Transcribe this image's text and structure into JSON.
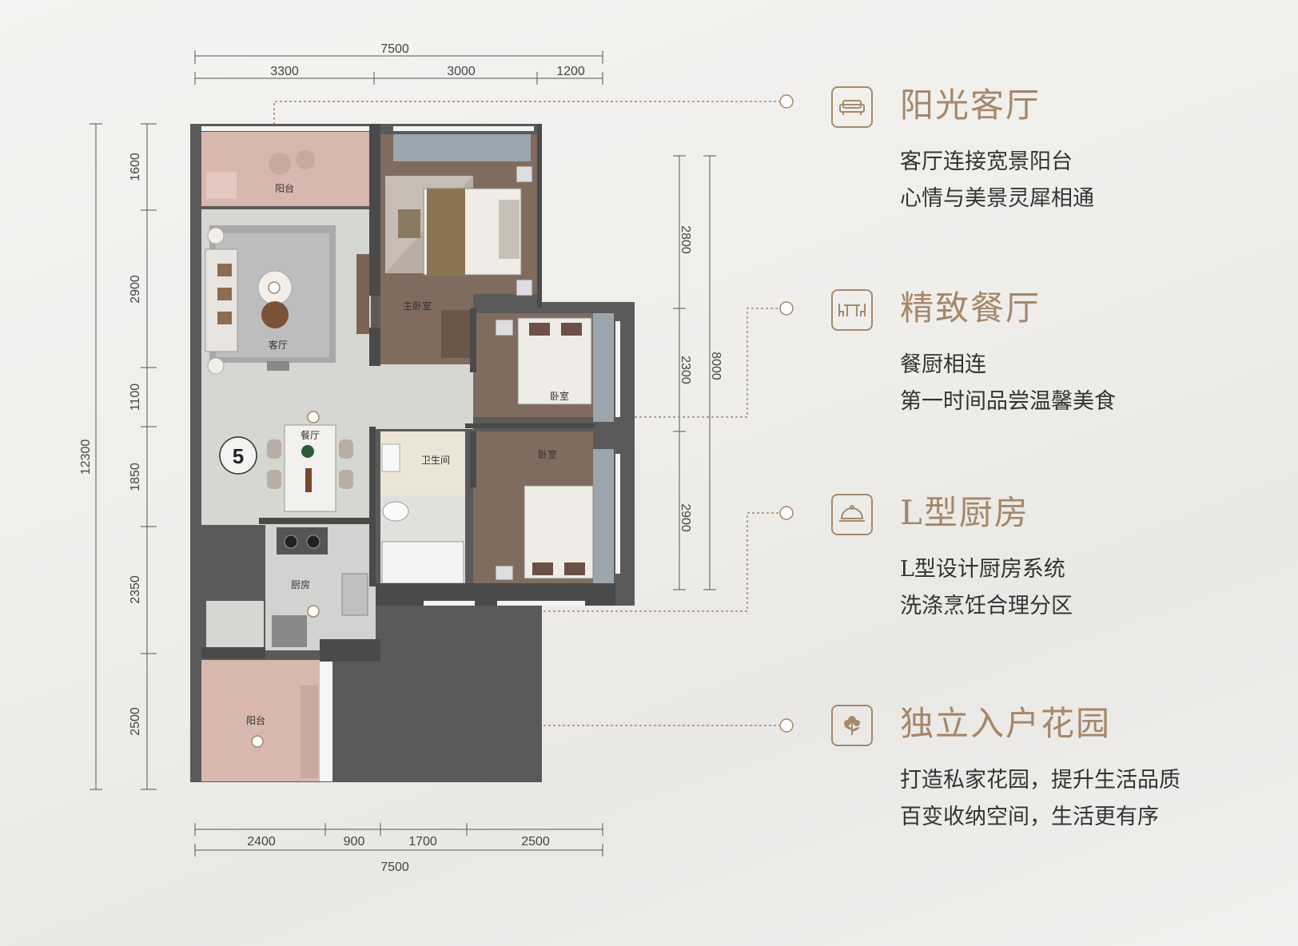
{
  "dimensions": {
    "top_total": "7500",
    "top_segments": [
      "3300",
      "3000",
      "1200"
    ],
    "bottom_segments": [
      "2400",
      "900",
      "1700",
      "2500"
    ],
    "bottom_total": "7500",
    "left_total": "12300",
    "left_segments": [
      "1600",
      "2900",
      "1100",
      "1850",
      "2350",
      "2500"
    ],
    "right_segments": [
      "2800",
      "2300",
      "2900"
    ],
    "right_total": "8000"
  },
  "rooms": {
    "balcony_north": "阳台",
    "living": "客厅",
    "master_bedroom": "主卧室",
    "bedroom_1": "卧室",
    "dining": "餐厅",
    "bathroom": "卫生间",
    "bedroom_2": "卧室",
    "kitchen": "厨房",
    "balcony_south": "阳台"
  },
  "unit_badge": "5",
  "features": [
    {
      "title": "阳光客厅",
      "icon": "sofa-icon",
      "lines": [
        "客厅连接宽景阳台",
        "心情与美景灵犀相通"
      ]
    },
    {
      "title": "精致餐厅",
      "icon": "dining-table-icon",
      "lines": [
        "餐厨相连",
        "第一时间品尝温馨美食"
      ]
    },
    {
      "title": "L型厨房",
      "icon": "cloche-icon",
      "lines": [
        "L型设计厨房系统",
        "洗涤烹饪合理分区"
      ]
    },
    {
      "title": "独立入户花园",
      "icon": "flower-icon",
      "lines": [
        "打造私家花园，提升生活品质",
        "百变收纳空间，生活更有序"
      ]
    }
  ],
  "colors": {
    "accent": "#a5876a",
    "wall": "#4a4a4a",
    "balcony": "#d8b8ae",
    "wood": "#7a685b",
    "tile": "#d6d6d2"
  }
}
